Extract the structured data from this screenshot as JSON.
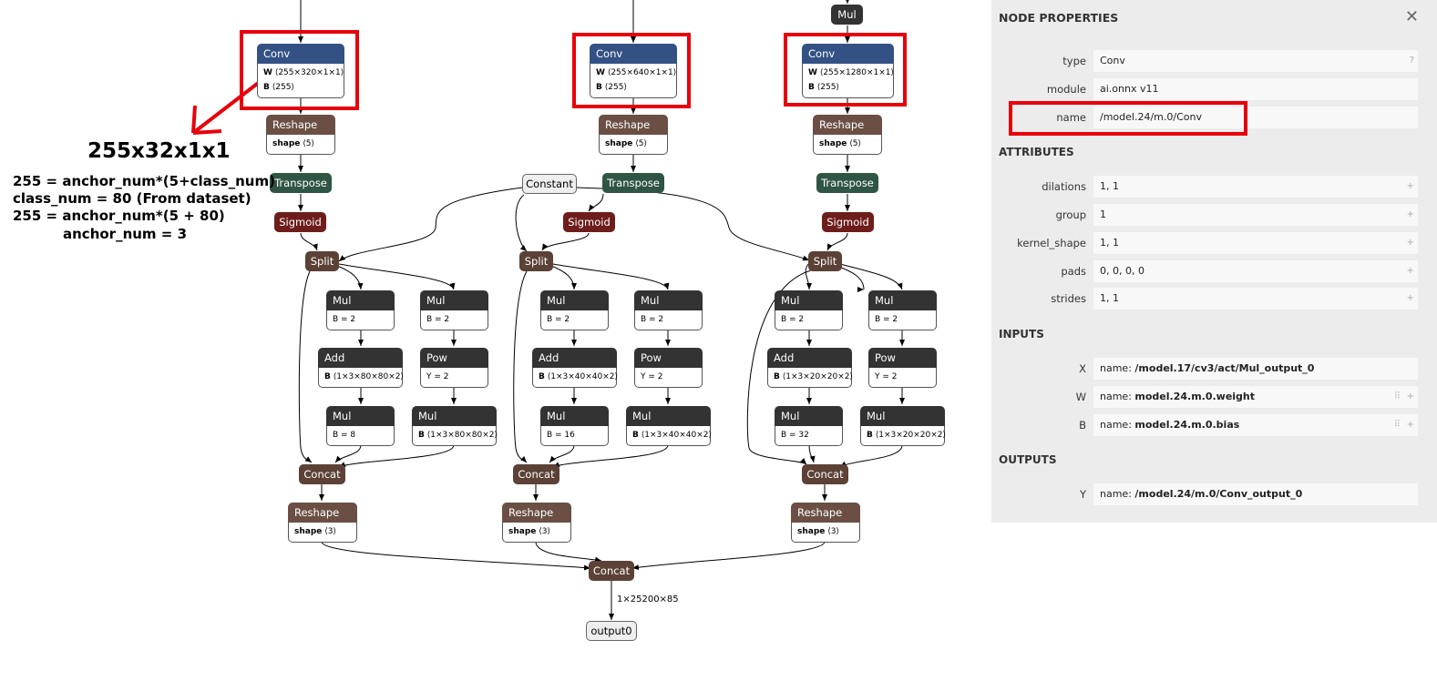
{
  "graph": {
    "nodes": {
      "mul_top": "Mul",
      "conv1": {
        "title": "Conv",
        "w": "⟨255×320×1×1⟩",
        "b": "⟨255⟩"
      },
      "conv2": {
        "title": "Conv",
        "w": "⟨255×640×1×1⟩",
        "b": "⟨255⟩"
      },
      "conv3": {
        "title": "Conv",
        "w": "⟨255×1280×1×1⟩",
        "b": "⟨255⟩"
      },
      "reshape_label": "Reshape",
      "shape5": "⟨5⟩",
      "shape3": "⟨3⟩",
      "shape_key": "shape",
      "w_key": "W",
      "b_key": "B",
      "y_key": "Y",
      "transpose": "Transpose",
      "sigmoid": "Sigmoid",
      "split": "Split",
      "constant": "Constant",
      "mul": "Mul",
      "add": "Add",
      "pow": "Pow",
      "concat": "Concat",
      "output": "output0",
      "b_eq_2": "B = 2",
      "y_eq_2": "Y = 2",
      "col1": {
        "add_b": "⟨1×3×80×80×2⟩",
        "mulb": "B = 8",
        "mul2_b": "⟨1×3×80×80×2⟩"
      },
      "col2": {
        "add_b": "⟨1×3×40×40×2⟩",
        "mulb": "B = 16",
        "mul2_b": "⟨1×3×40×40×2⟩"
      },
      "col3": {
        "add_b": "⟨1×3×20×20×2⟩",
        "mulb": "B = 32",
        "mul2_b": "⟨1×3×20×20×2⟩"
      },
      "edge_out": "1×25200×85"
    },
    "annotation": {
      "heading": "255x32x1x1",
      "line1": "255 = anchor_num*(5+class_num)",
      "line2": "class_num = 80 (From dataset)",
      "line3": "255 = anchor_num*(5 + 80)",
      "line4": "anchor_num = 3"
    },
    "colors": {
      "highlight": "#e8000b",
      "conv": "#335184",
      "reshape": "#6b4f44",
      "transpose": "#2f5543",
      "sigmoid": "#6d1d1b",
      "op": "#333333"
    }
  },
  "panel": {
    "title": "NODE PROPERTIES",
    "close": "✕",
    "props": [
      {
        "label": "type",
        "value": "Conv",
        "suffix": "?"
      },
      {
        "label": "module",
        "value": "ai.onnx v11",
        "suffix": ""
      },
      {
        "label": "name",
        "value": "/model.24/m.0/Conv",
        "suffix": ""
      }
    ],
    "attributes_title": "ATTRIBUTES",
    "attributes": [
      {
        "label": "dilations",
        "value": "1, 1",
        "suffix": "+"
      },
      {
        "label": "group",
        "value": "1",
        "suffix": "+"
      },
      {
        "label": "kernel_shape",
        "value": "1, 1",
        "suffix": "+"
      },
      {
        "label": "pads",
        "value": "0, 0, 0, 0",
        "suffix": "+"
      },
      {
        "label": "strides",
        "value": "1, 1",
        "suffix": "+"
      }
    ],
    "inputs_title": "INPUTS",
    "inputs": [
      {
        "label": "X",
        "prefix": "name: ",
        "value": "/model.17/cv3/act/Mul_output_0",
        "suffix": ""
      },
      {
        "label": "W",
        "prefix": "name: ",
        "value": "model.24.m.0.weight",
        "suffix": "+"
      },
      {
        "label": "B",
        "prefix": "name: ",
        "value": "model.24.m.0.bias",
        "suffix": "+"
      }
    ],
    "outputs_title": "OUTPUTS",
    "outputs": [
      {
        "label": "Y",
        "prefix": "name: ",
        "value": "/model.24/m.0/Conv_output_0",
        "suffix": ""
      }
    ],
    "grip": "⠿"
  }
}
